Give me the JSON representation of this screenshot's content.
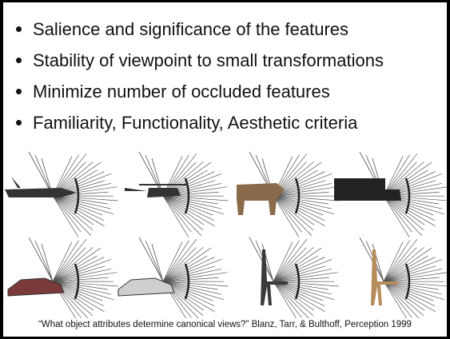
{
  "bullets": [
    "Salience and significance of the features",
    "Stability of viewpoint to small transformations",
    "Minimize number of occluded features",
    "Familiarity, Functionality, Aesthetic criteria"
  ],
  "figure": {
    "objects": [
      "airplane",
      "helicopter",
      "cow",
      "truck",
      "car",
      "car",
      "chair",
      "chair"
    ]
  },
  "caption": "“What object attributes determine canonical views?” Blanz, Tarr, & Bulthoff, Perception 1999"
}
